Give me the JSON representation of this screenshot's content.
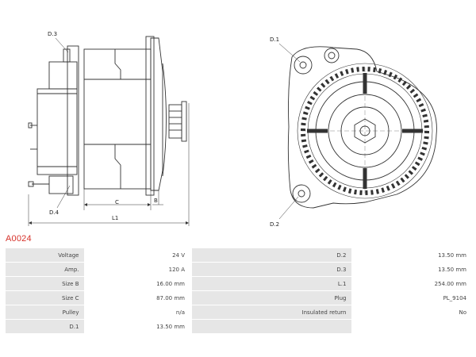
{
  "drawing": {
    "labels": {
      "d3": "D.3",
      "d4": "D.4",
      "c": "C",
      "b": "B",
      "l1": "L1",
      "d1": "D.1",
      "d2": "D.2"
    },
    "stroke_color": "#333333"
  },
  "part_code": "A0024",
  "accent_color": "#d6312a",
  "specs": {
    "left": [
      {
        "label": "Voltage",
        "value": "24 V"
      },
      {
        "label": "Amp.",
        "value": "120 A"
      },
      {
        "label": "Size B",
        "value": "16.00 mm"
      },
      {
        "label": "Size C",
        "value": "87.00 mm"
      },
      {
        "label": "Pulley",
        "value": "n/a"
      },
      {
        "label": "D.1",
        "value": "13.50 mm"
      }
    ],
    "right": [
      {
        "label": "D.2",
        "value": "13.50 mm"
      },
      {
        "label": "D.3",
        "value": "13.50 mm"
      },
      {
        "label": "L.1",
        "value": "254.00 mm"
      },
      {
        "label": "Plug",
        "value": "PL_9104"
      },
      {
        "label": "Insulated return",
        "value": "No"
      },
      {
        "label": "",
        "value": ""
      }
    ]
  }
}
